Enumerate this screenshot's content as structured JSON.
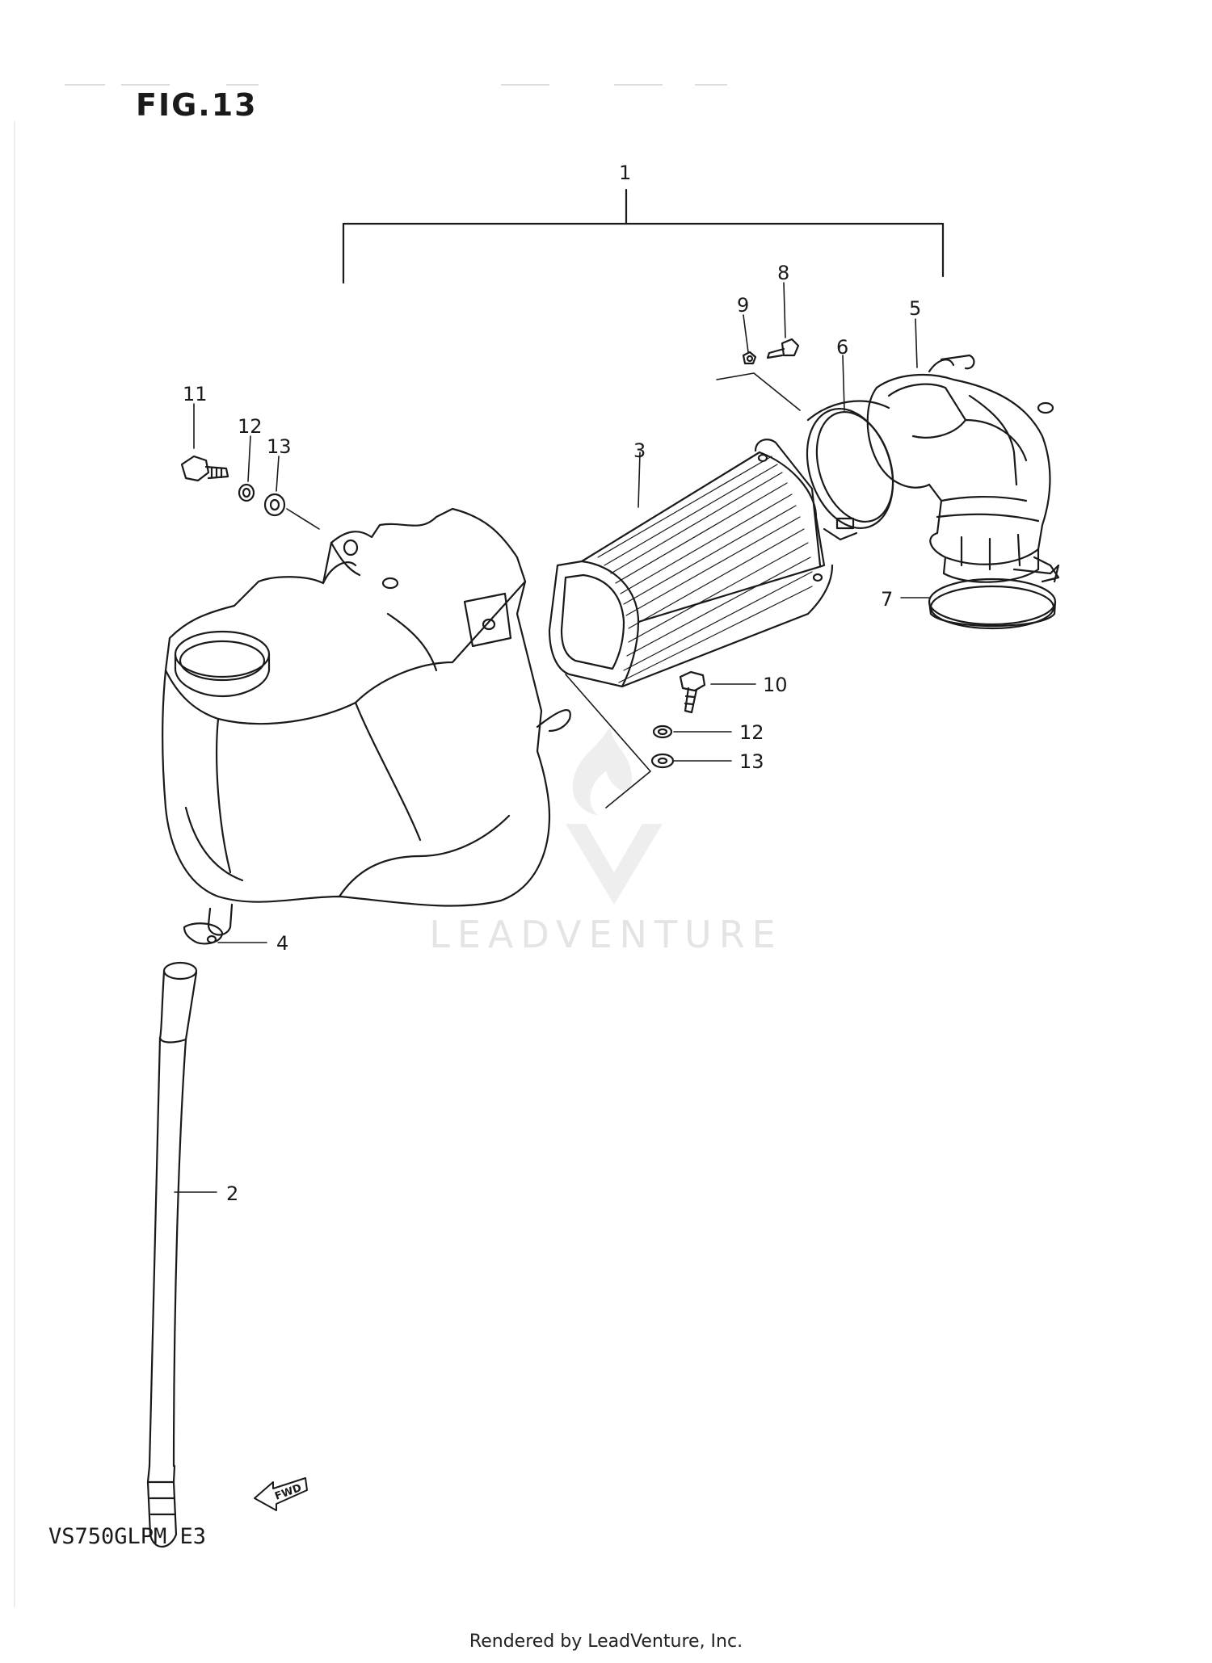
{
  "figure_title": "FIG.13",
  "model_code": "VS750GLPM E3",
  "footer_credit": "Rendered by LeadVenture, Inc.",
  "watermark_text": "LEADVENTURE",
  "fwd_label": "FWD",
  "callouts": {
    "c1": "1",
    "c2": "2",
    "c3": "3",
    "c4": "4",
    "c5": "5",
    "c6": "6",
    "c7": "7",
    "c8": "8",
    "c9": "9",
    "c10": "10",
    "c11": "11",
    "c12a": "12",
    "c13a": "13",
    "c12b": "12",
    "c13b": "13"
  },
  "colors": {
    "line": "#1a1a1a",
    "watermark": "#e4e4e4",
    "paper": "#ffffff"
  }
}
